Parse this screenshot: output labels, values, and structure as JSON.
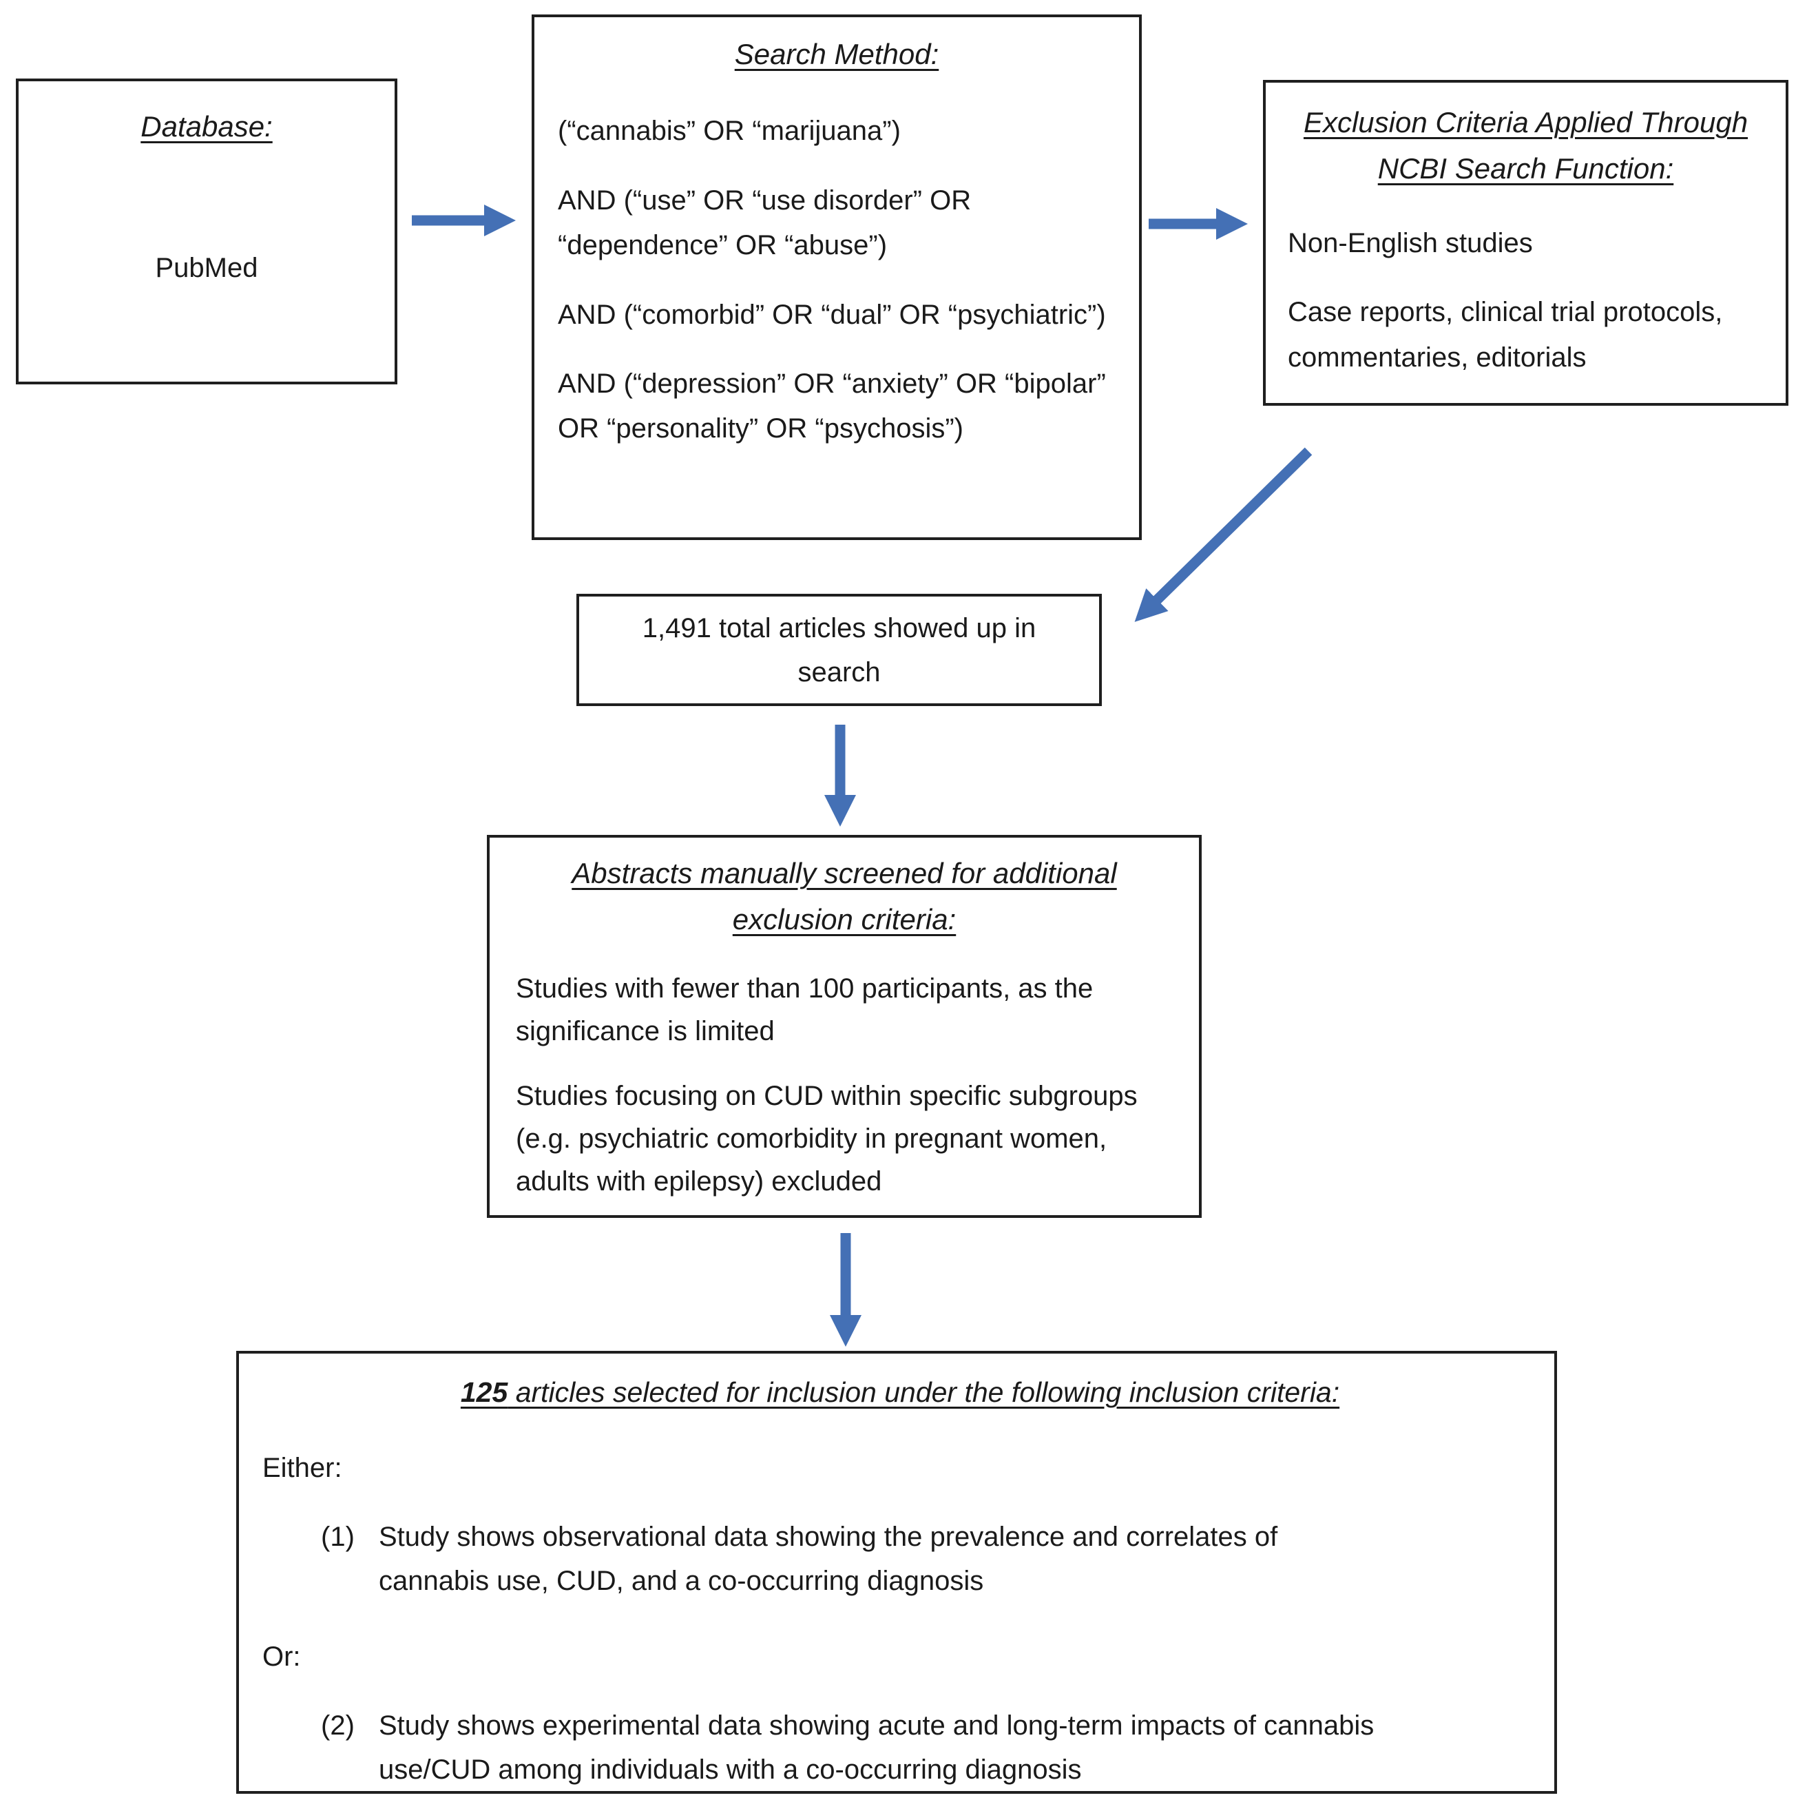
{
  "database_box": {
    "title": "Database:",
    "value": "PubMed"
  },
  "search_method_box": {
    "title": "Search Method:",
    "lines": [
      "(“cannabis” OR “marijuana”)",
      "AND (“use” OR “use disorder” OR “dependence” OR “abuse”)",
      "AND (“comorbid” OR “dual” OR “psychiatric”)",
      "AND (“depression” OR “anxiety” OR “bipolar” OR “personality” OR “psychosis”)"
    ]
  },
  "exclusion_box": {
    "title": "Exclusion Criteria Applied Through NCBI Search Function:",
    "items": [
      "Non-English studies",
      "Case reports, clinical trial protocols, commentaries, editorials"
    ]
  },
  "results_box": {
    "text": "1,491 total articles showed up in search"
  },
  "screening_box": {
    "title": "Abstracts manually screened for additional exclusion criteria:",
    "items": [
      "Studies with fewer than 100 participants, as the significance is limited",
      "Studies focusing on CUD within specific subgroups (e.g. psychiatric comorbidity in pregnant women, adults with epilepsy) excluded"
    ]
  },
  "inclusion_box": {
    "title_number": "125",
    "title_rest": " articles selected for inclusion under the following inclusion criteria:",
    "either_label": "Either:",
    "item1_number": "(1)",
    "item1_text": "Study shows observational data showing the prevalence and correlates of cannabis use, CUD, and a co-occurring diagnosis",
    "or_label": "Or:",
    "item2_number": "(2)",
    "item2_text": "Study shows experimental data showing acute and long-term impacts of cannabis use/CUD among individuals with a co-occurring diagnosis"
  },
  "colors": {
    "arrow_blue": "#4470b5",
    "box_border": "#1f1f1f",
    "text_color": "#1a1a1a",
    "page_bg": "#ffffff"
  }
}
